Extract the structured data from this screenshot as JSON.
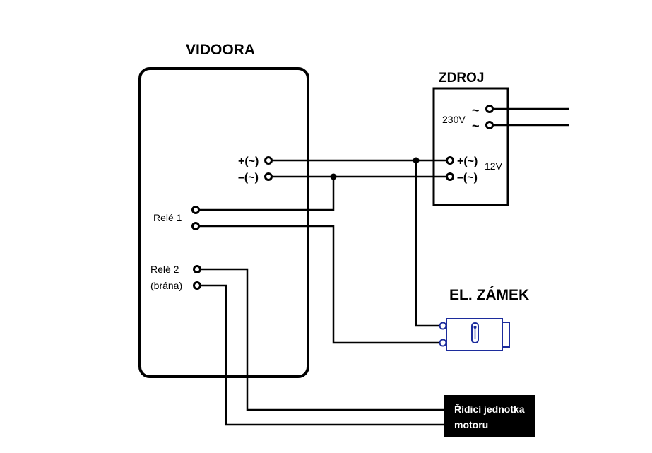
{
  "vidoora": {
    "title": "VIDOORA",
    "plus_label": "+(~)",
    "minus_label": "–(~)",
    "rele1_label": "Relé 1",
    "rele2_label": "Relé 2",
    "rele2_sub": "(brána)"
  },
  "zdroj": {
    "title": "ZDROJ",
    "ac_label": "230V",
    "ac_symbol_1": "~",
    "ac_symbol_2": "~",
    "plus_label": "+(~)",
    "minus_label": "–(~)",
    "dc_label": "12V"
  },
  "zamek": {
    "title": "EL. ZÁMEK"
  },
  "motor": {
    "label_line1": "Řídicí jednotka",
    "label_line2": "motoru"
  },
  "colors": {
    "line": "#000000",
    "lock_outline": "#1c2c9c",
    "motor_box": "#000000",
    "motor_text": "#ffffff"
  }
}
